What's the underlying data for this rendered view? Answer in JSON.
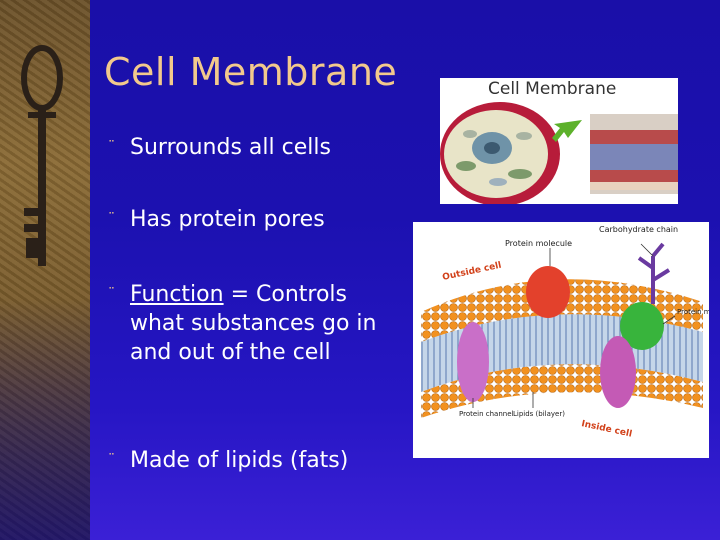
{
  "slide": {
    "title": "Cell Membrane",
    "bullets": [
      {
        "text": "Surrounds all cells"
      },
      {
        "text": "Has protein pores"
      },
      {
        "term": "Function",
        "rest": " = Controls what substances go in and out of the cell"
      },
      {
        "text": "Made of lipids (fats)"
      }
    ],
    "bullet_marker": "¨"
  },
  "image_top": {
    "heading": "Cell Membrane"
  },
  "image_diagram": {
    "labels": {
      "protein_molecule_top": "Protein molecule",
      "carbohydrate_chain": "Carbohydrate chain",
      "outside_cell": "Outside cell",
      "protein_molecule_right": "Protein molecule",
      "protein_channel": "Protein channel",
      "lipid_bilayer": "Lipids (bilayer)",
      "inside_cell": "Inside cell"
    }
  },
  "colors": {
    "background": "#1c11b0",
    "title": "#f2c98c",
    "text": "#ffffff"
  }
}
